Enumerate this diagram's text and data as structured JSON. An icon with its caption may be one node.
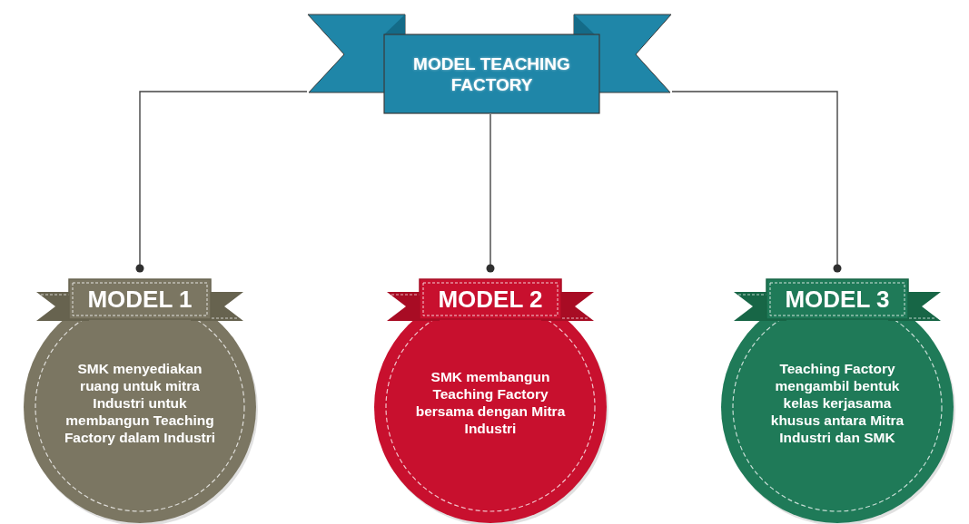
{
  "diagram": {
    "nodes": [
      {
        "text": [
          "MODEL TEACHING FACTORY"
        ]
      },
      {
        "text": [
          "MODEL 1",
          "SMK menyediakan ruang untuk mitra Industri untuk membangun Teaching Factory dalam Industri"
        ]
      },
      {
        "text": [
          "MODEL 2",
          "SMK membangun Teaching Factory bersama dengan Mitra Industri"
        ]
      },
      {
        "text": [
          "MODEL 3",
          "Teaching Factory mengambil bentuk kelas kerjasama khusus antara Mitra Industri dan SMK"
        ]
      }
    ],
    "edges": [
      {
        "from": 0,
        "to": 1,
        "arrow": "other"
      },
      {
        "from": 0,
        "to": 2,
        "arrow": "other"
      },
      {
        "from": 0,
        "to": 3,
        "arrow": "other"
      }
    ]
  }
}
